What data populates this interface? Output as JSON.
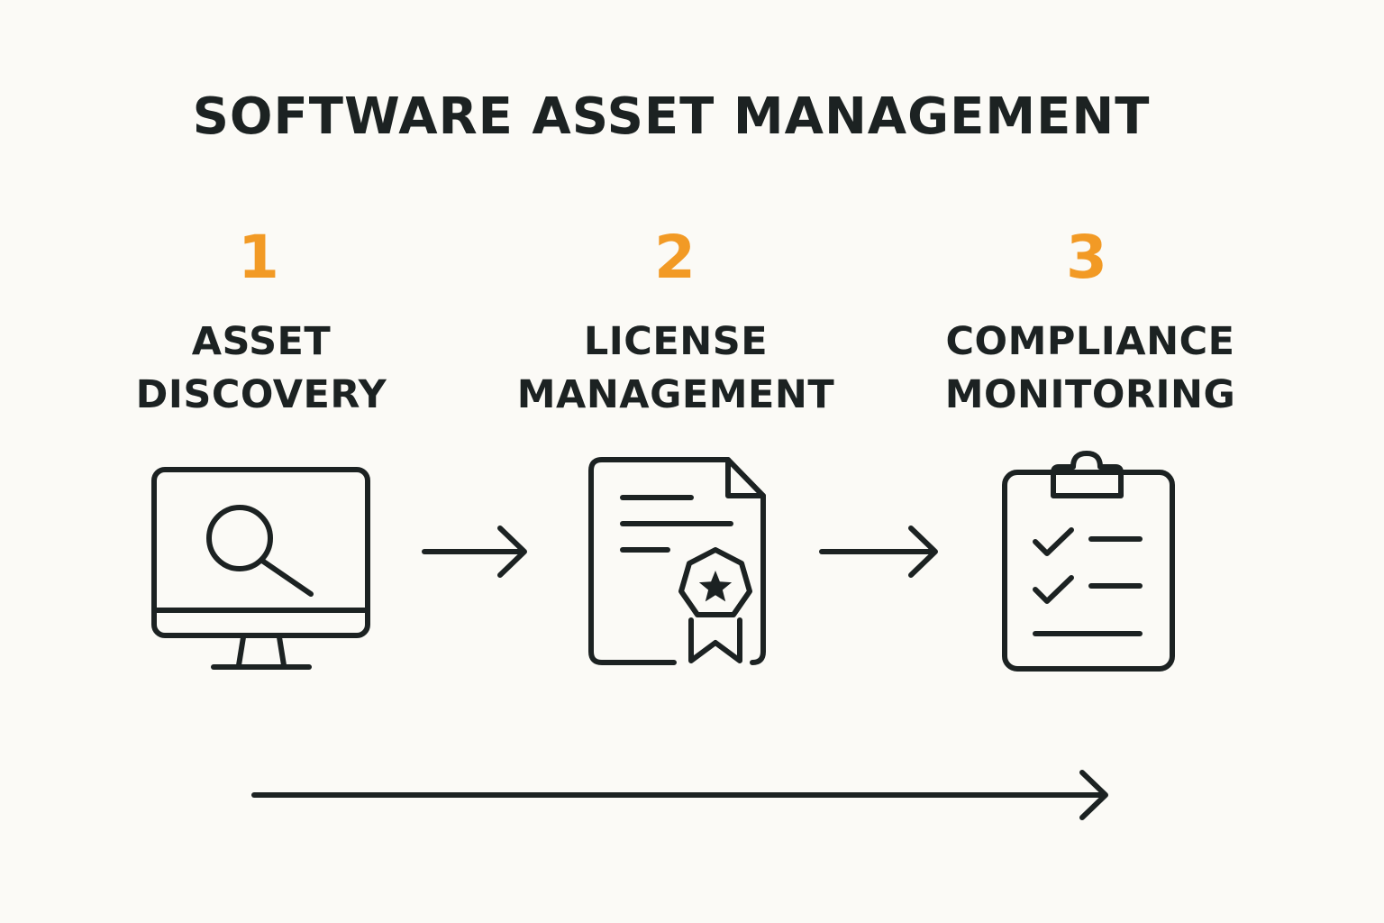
{
  "title": "SOFTWARE ASSET MANAGEMENT",
  "colors": {
    "background": "#fbfaf6",
    "ink": "#1c2222",
    "accent": "#f29a25"
  },
  "steps": [
    {
      "number": "1",
      "label_line1": "ASSET",
      "label_line2": "DISCOVERY",
      "icon": "monitor-search-icon"
    },
    {
      "number": "2",
      "label_line1": "LICENSE",
      "label_line2": "MANAGEMENT",
      "icon": "license-certificate-icon"
    },
    {
      "number": "3",
      "label_line1": "COMPLIANCE",
      "label_line2": "MONITORING",
      "icon": "clipboard-checklist-icon"
    }
  ]
}
